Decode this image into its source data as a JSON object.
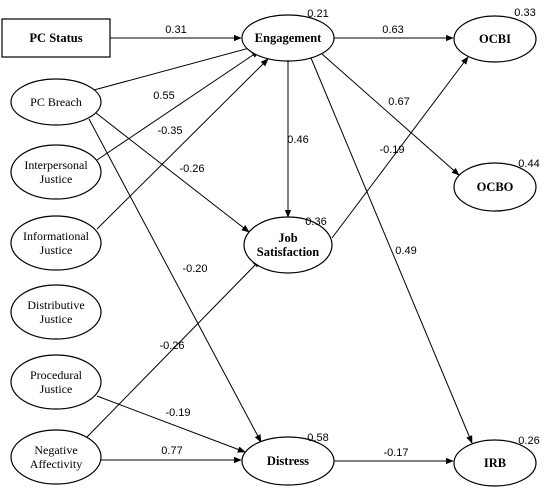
{
  "nodes": {
    "pc_status": {
      "label": [
        "PC Status"
      ],
      "r2": ""
    },
    "pc_breach": {
      "label": [
        "PC Breach"
      ],
      "r2": ""
    },
    "interpersonal_justice": {
      "label": [
        "Interpersonal",
        "Justice"
      ],
      "r2": ""
    },
    "informational_justice": {
      "label": [
        "Informational",
        "Justice"
      ],
      "r2": ""
    },
    "distributive_justice": {
      "label": [
        "Distributive",
        "Justice"
      ],
      "r2": ""
    },
    "procedural_justice": {
      "label": [
        "Procedural",
        "Justice"
      ],
      "r2": ""
    },
    "negative_affectivity": {
      "label": [
        "Negative",
        "Affectivity"
      ],
      "r2": ""
    },
    "engagement": {
      "label": [
        "Engagement"
      ],
      "r2": "0.21"
    },
    "job_satisfaction": {
      "label": [
        "Job",
        "Satisfaction"
      ],
      "r2": "0.36"
    },
    "distress": {
      "label": [
        "Distress"
      ],
      "r2": "0.58"
    },
    "ocbi": {
      "label": [
        "OCBI"
      ],
      "r2": "0.33"
    },
    "ocbo": {
      "label": [
        "OCBO"
      ],
      "r2": "0.44"
    },
    "irb": {
      "label": [
        "IRB"
      ],
      "r2": "0.26"
    }
  },
  "paths": [
    {
      "from": "pc_status",
      "to": "engagement",
      "coef": "0.31"
    },
    {
      "from": "pc_breach",
      "to": "engagement",
      "coef": "0.55"
    },
    {
      "from": "pc_breach",
      "to": "job_satisfaction",
      "coef": "-0.26"
    },
    {
      "from": "pc_breach",
      "to": "distress",
      "coef": "-0.20"
    },
    {
      "from": "interpersonal_justice",
      "to": "engagement",
      "coef": "-0.35"
    },
    {
      "from": "informational_justice",
      "to": "engagement",
      "coef": ""
    },
    {
      "from": "procedural_justice",
      "to": "distress",
      "coef": "-0.19"
    },
    {
      "from": "negative_affectivity",
      "to": "distress",
      "coef": "0.77"
    },
    {
      "from": "negative_affectivity",
      "to": "job_satisfaction",
      "coef": "-0.26"
    },
    {
      "from": "engagement",
      "to": "ocbi",
      "coef": "0.63"
    },
    {
      "from": "engagement",
      "to": "ocbo",
      "coef": "0.67"
    },
    {
      "from": "engagement",
      "to": "job_satisfaction",
      "coef": "0.46"
    },
    {
      "from": "engagement",
      "to": "irb",
      "coef": "0.49"
    },
    {
      "from": "job_satisfaction",
      "to": "ocbi",
      "coef": "-0.19"
    },
    {
      "from": "distress",
      "to": "irb",
      "coef": "-0.17"
    }
  ]
}
